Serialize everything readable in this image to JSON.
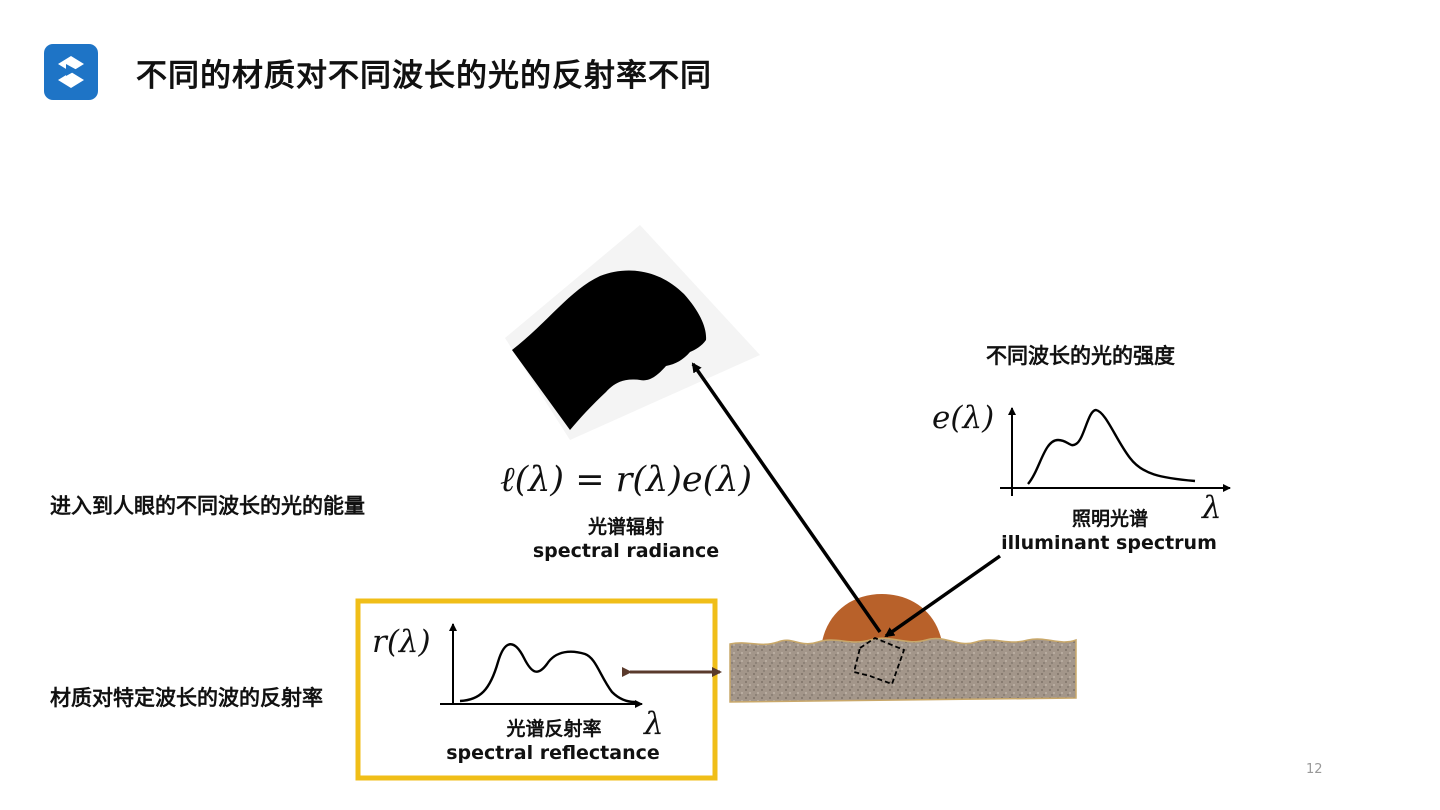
{
  "slide": {
    "title": "不同的材质对不同波长的光的反射率不同",
    "page_number": "12"
  },
  "labels": {
    "eye_energy": "进入到人眼的不同波长的光的能量",
    "material_reflectance": "材质对特定波长的波的反射率",
    "light_intensity": "不同波长的光的强度"
  },
  "formula": {
    "radiance": "ℓ(λ) = r(λ)e(λ)"
  },
  "radiance": {
    "zh": "光谱辐射",
    "en": "spectral radiance"
  },
  "illuminant": {
    "axis_y": "e(λ)",
    "axis_x": "λ",
    "zh": "照明光谱",
    "en": "illuminant spectrum"
  },
  "reflectance": {
    "axis_y": "r(λ)",
    "axis_x": "λ",
    "zh": "光谱反射率",
    "en": "spectral reflectance"
  },
  "colors": {
    "highlight_box": "#f0be18",
    "logo": "#1e74c6",
    "bump": "#b8612a",
    "surface": "#a3968a",
    "double_arrow": "#5a3a2c"
  }
}
